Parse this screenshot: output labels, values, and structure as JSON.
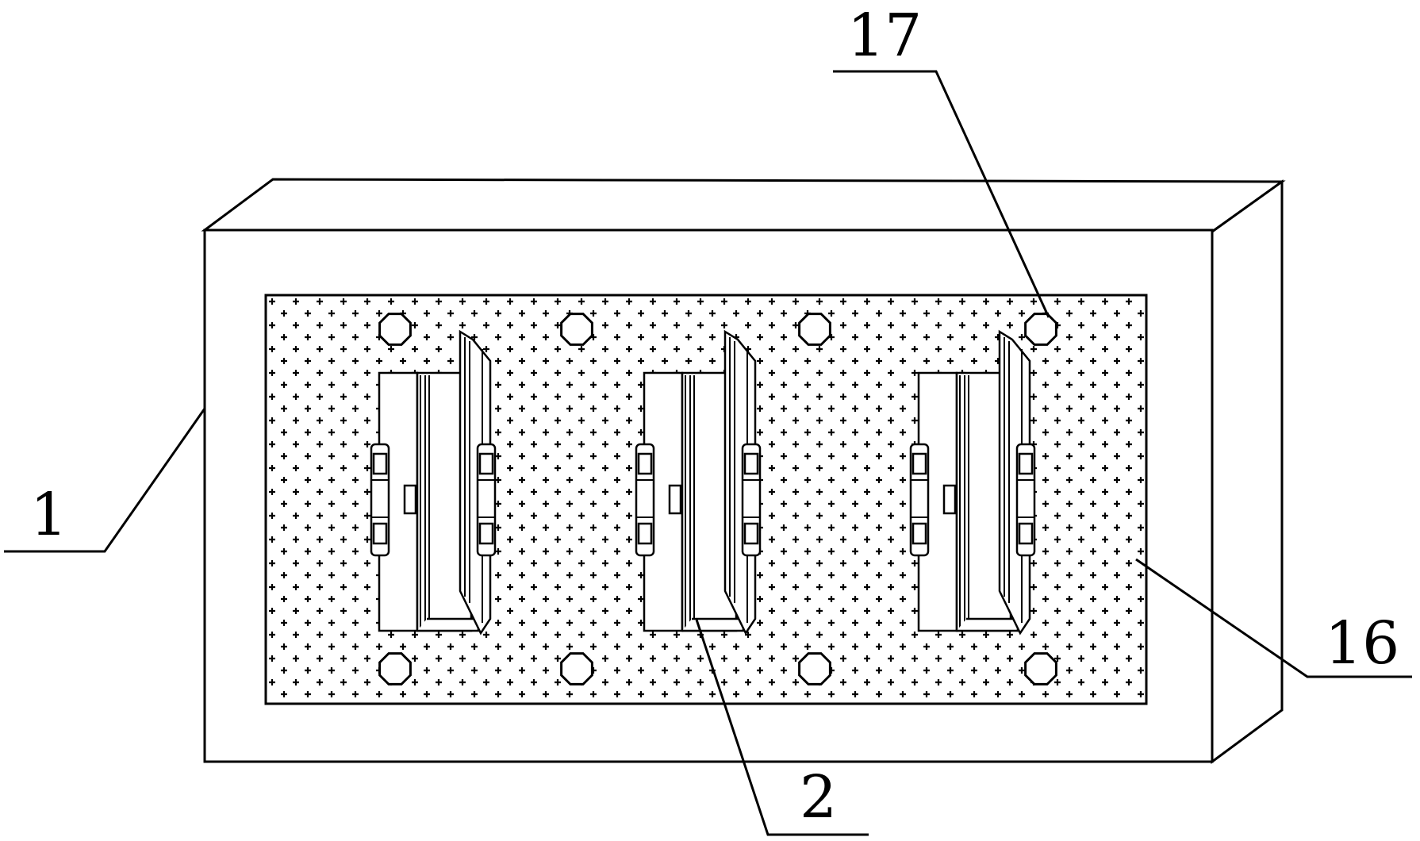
{
  "diagram": {
    "labels": {
      "housing": "1",
      "clip_assembly": "2",
      "panel": "16",
      "hole": "17"
    },
    "clip_count": 3,
    "hole_count": 8,
    "colors": {
      "line": "#000000",
      "background": "#ffffff"
    }
  }
}
